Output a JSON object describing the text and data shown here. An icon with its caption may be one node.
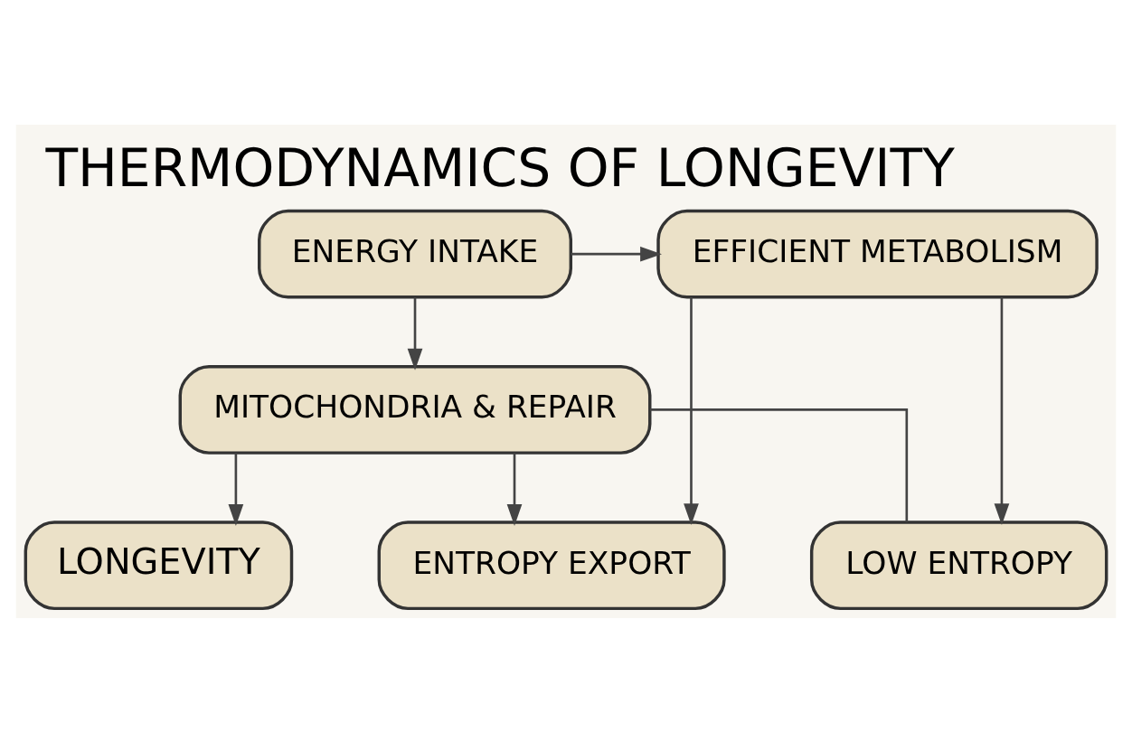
{
  "diagram": {
    "title": "THERMODYNAMICS OF LONGEVITY",
    "nodes": [
      {
        "text": [
          "ENERGY INTAKE"
        ]
      },
      {
        "text": [
          "EFFICIENT METABOLISM"
        ]
      },
      {
        "text": [
          "LOW ENTROPY"
        ]
      },
      {
        "text": [
          "ENTROPY EXPORT"
        ]
      },
      {
        "text": [
          "MITOCHONDRIA & REPAIR"
        ]
      },
      {
        "text": [
          "LONGEVITY"
        ]
      }
    ],
    "edges": [
      {
        "from": 0,
        "to": 1,
        "arrow": "to"
      },
      {
        "from": 1,
        "to": 2,
        "arrow": "to"
      },
      {
        "from": 1,
        "to": 3,
        "arrow": "to"
      },
      {
        "from": 0,
        "to": 4,
        "arrow": "to"
      },
      {
        "from": 2,
        "to": 4,
        "arrow": "none"
      },
      {
        "from": 4,
        "to": 3,
        "arrow": "to"
      },
      {
        "from": 4,
        "to": 5,
        "arrow": "to"
      }
    ]
  }
}
